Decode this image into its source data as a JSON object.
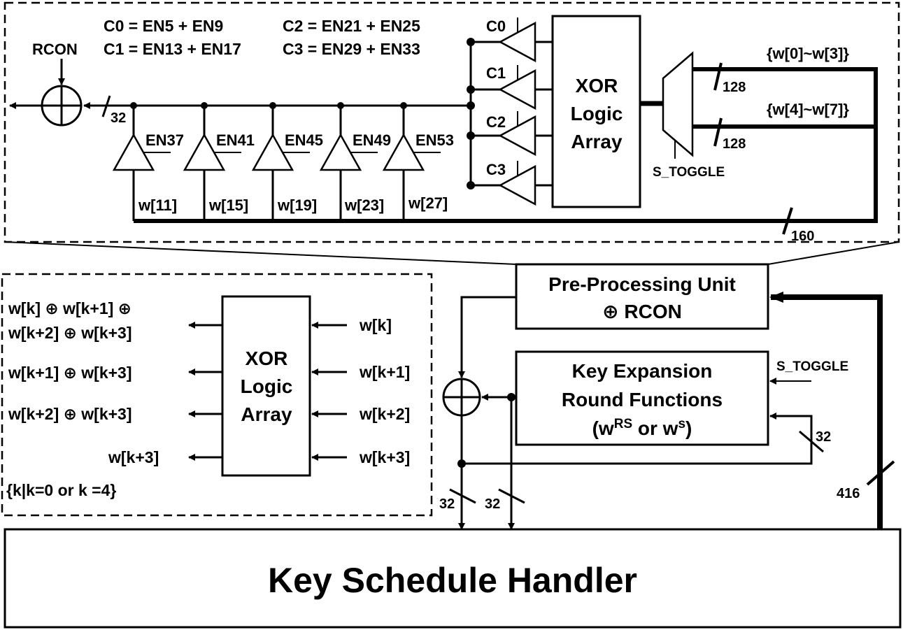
{
  "top_detail": {
    "equations": [
      "C0 = EN5 + EN9",
      "C1 = EN13 + EN17",
      "C2 = EN21 + EN25",
      "C3 = EN29 + EN33"
    ],
    "rcon_label": "RCON",
    "bus_32": "32",
    "enable_labels": [
      "EN37",
      "EN41",
      "EN45",
      "EN49",
      "EN53"
    ],
    "word_labels": [
      "w[11]",
      "w[15]",
      "w[19]",
      "w[23]",
      "w[27]"
    ],
    "c_labels": [
      "C0",
      "C1",
      "C2",
      "C3"
    ],
    "xor_array": [
      "XOR",
      "Logic",
      "Array"
    ],
    "s_toggle": "S_TOGGLE",
    "out_bus_1": "{w[0]~w[3]}",
    "out_bus_2": "{w[4]~w[7]}",
    "width_128": "128",
    "width_160": "160"
  },
  "left_detail": {
    "xor_array": [
      "XOR",
      "Logic",
      "Array"
    ],
    "outputs": [
      "w[k] ⊕ w[k+1] ⊕",
      "w[k+2] ⊕ w[k+3]",
      "w[k+1] ⊕ w[k+3]",
      "w[k+2] ⊕ w[k+3]",
      "w[k+3]"
    ],
    "inputs": [
      "w[k]",
      "w[k+1]",
      "w[k+2]",
      "w[k+3]"
    ],
    "condition": "{k|k=0 or k =4}"
  },
  "blocks": {
    "pre_processing_line1": "Pre-Processing Unit",
    "pre_processing_line2": "⊕ RCON",
    "key_expansion_line1": "Key Expansion",
    "key_expansion_line2": "Round Functions",
    "key_expansion_line3_a": "(w",
    "key_expansion_line3_sup1": "RS",
    "key_expansion_line3_b": " or w",
    "key_expansion_line3_sup2": "s",
    "key_expansion_line3_c": ")",
    "s_toggle": "S_TOGGLE",
    "handler": "Key Schedule Handler",
    "width_32_a": "32",
    "width_32_b": "32",
    "width_32_c": "32",
    "width_416": "416"
  }
}
